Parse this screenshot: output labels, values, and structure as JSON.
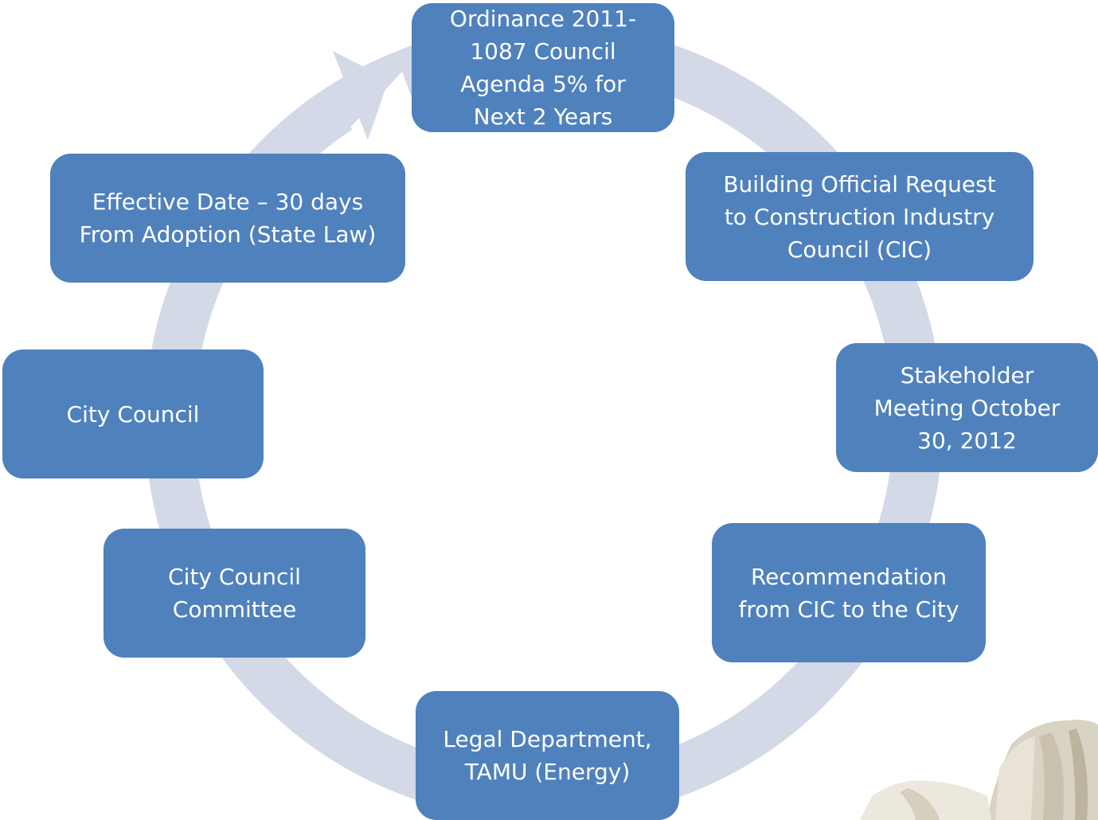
{
  "colors": {
    "node_fill": "#4f81bd",
    "node_text": "#ffffff",
    "cycle_ring": "#d3d9e7",
    "background": "#ffffff"
  },
  "nodes": [
    {
      "label": "Ordinance 2011-\n1087  Council\nAgenda 5% for\nNext 2 Years"
    },
    {
      "label": "Building Official Request\nto Construction Industry\nCouncil (CIC)"
    },
    {
      "label": "Stakeholder\nMeeting October\n30, 2012"
    },
    {
      "label": "Recommendation\nfrom CIC to the City"
    },
    {
      "label": "Legal Department,\nTAMU (Energy)"
    },
    {
      "label": "City Council\nCommittee"
    },
    {
      "label": "City Council"
    },
    {
      "label": "Effective Date – 30 days\nFrom Adoption (State Law)"
    }
  ]
}
